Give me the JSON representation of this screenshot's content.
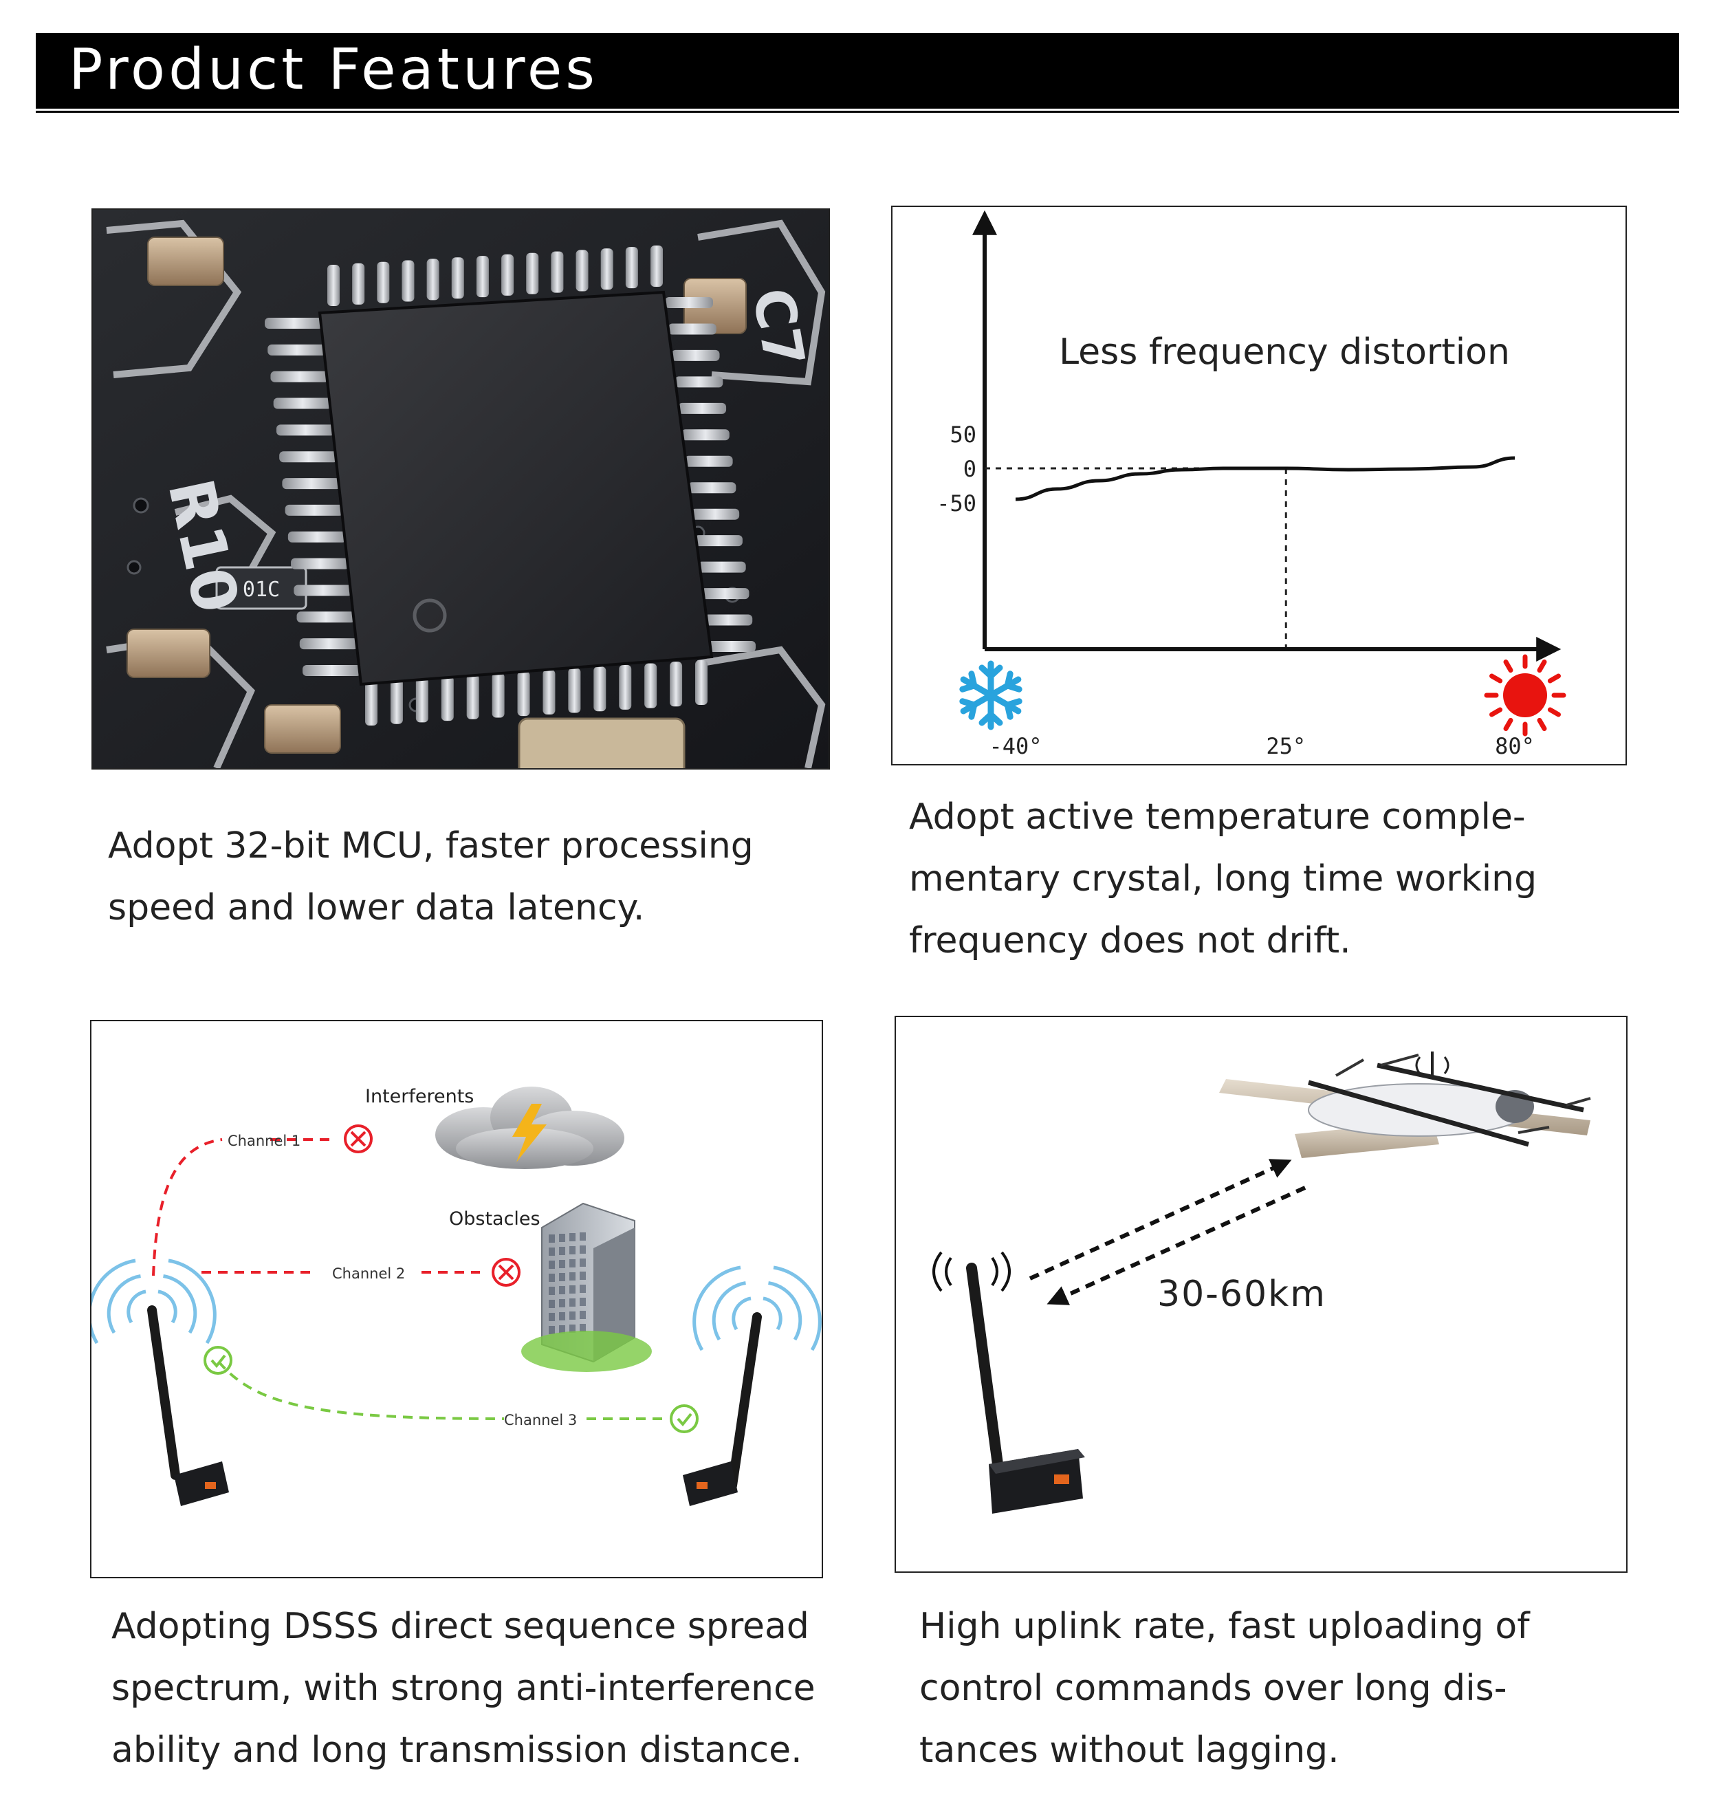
{
  "header": {
    "title": "Product Features"
  },
  "features": [
    {
      "id": "mcu",
      "caption": [
        "Adopt 32-bit MCU, faster processing",
        "speed and lower data latency."
      ]
    },
    {
      "id": "crystal",
      "caption": [
        "Adopt active temperature comple-",
        "mentary crystal, long time working",
        "frequency does not drift."
      ]
    },
    {
      "id": "dsss",
      "caption": [
        "Adopting DSSS direct sequence spread",
        "spectrum, with strong anti-interference",
        "ability and long transmission distance."
      ]
    },
    {
      "id": "uplink",
      "caption": [
        "High uplink rate, fast uploading of",
        "control commands over long dis-",
        "tances without lagging."
      ]
    }
  ],
  "chip_labels": {
    "r10": "R10",
    "c7": "C7",
    "res": "01C"
  },
  "chart_data": {
    "type": "line",
    "title": "Less frequency distortion",
    "xlabel": "",
    "ylabel": "",
    "y_ticks": [
      "50",
      "0",
      "-50"
    ],
    "x_ticks": [
      "-40°",
      "25°",
      "80°"
    ],
    "xlim": [
      -40,
      80
    ],
    "ylim": [
      -50,
      50
    ],
    "series": [
      {
        "x": [
          -40,
          -30,
          -20,
          -10,
          0,
          10,
          25,
          40,
          55,
          70,
          80
        ],
        "y": [
          -45,
          -30,
          -18,
          -8,
          -2,
          0,
          0,
          -2,
          -1,
          2,
          15
        ]
      }
    ],
    "reference_x": 25,
    "reference_y": 0,
    "icons": {
      "cold": "snowflake-icon",
      "hot": "sun-icon"
    },
    "colors": {
      "cold": "#29a3dd",
      "hot": "#e8140f"
    }
  },
  "interference": {
    "interferents_label": "Interferents",
    "obstacles_label": "Obstacles",
    "channels": [
      {
        "label": "Channel 1",
        "status": "blocked"
      },
      {
        "label": "Channel 2",
        "status": "blocked"
      },
      {
        "label": "Channel 3",
        "status": "ok"
      }
    ],
    "colors": {
      "blocked": "#e8202a",
      "ok": "#7ac943"
    }
  },
  "uplink": {
    "distance_label": "30-60km"
  }
}
